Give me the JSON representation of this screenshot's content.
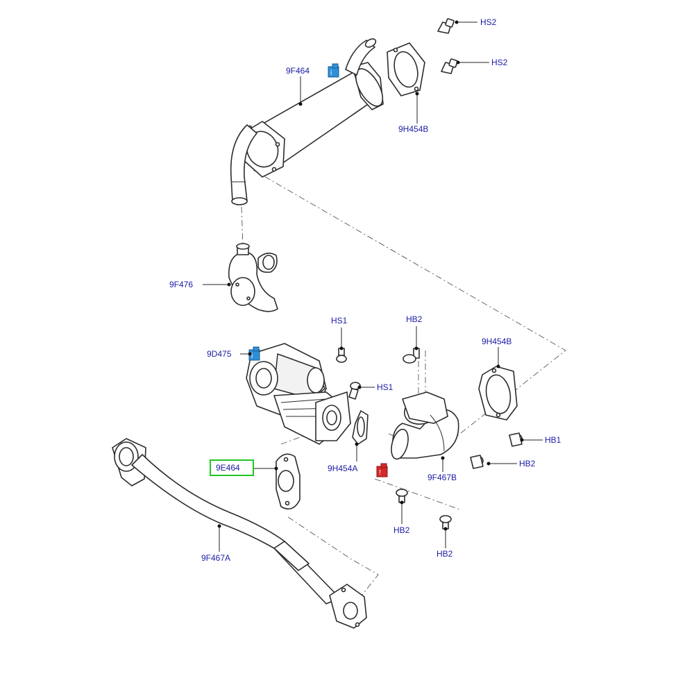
{
  "diagram": {
    "callouts": {
      "hs2_a": "HS2",
      "hs2_b": "HS2",
      "c9f464": "9F464",
      "c9h454b_top": "9H454B",
      "c9f476": "9F476",
      "hs1_a": "HS1",
      "hb2_top": "HB2",
      "c9h454b_right": "9H454B",
      "c9d475": "9D475",
      "hs1_b": "HS1",
      "hb1": "HB1",
      "c9e464": "9E464",
      "c9h454a": "9H454A",
      "hb2_mid": "HB2",
      "c9f467b": "9F467B",
      "hb2_low1": "HB2",
      "hb2_low2": "HB2",
      "c9f467a": "9F467A"
    },
    "highlighted_part": "9E464",
    "colors": {
      "label_text": "#1a1aa6",
      "highlight_box": "#21c521",
      "info_icon_blue": "#2f8fd6",
      "info_icon_red": "#d42a2a"
    }
  }
}
